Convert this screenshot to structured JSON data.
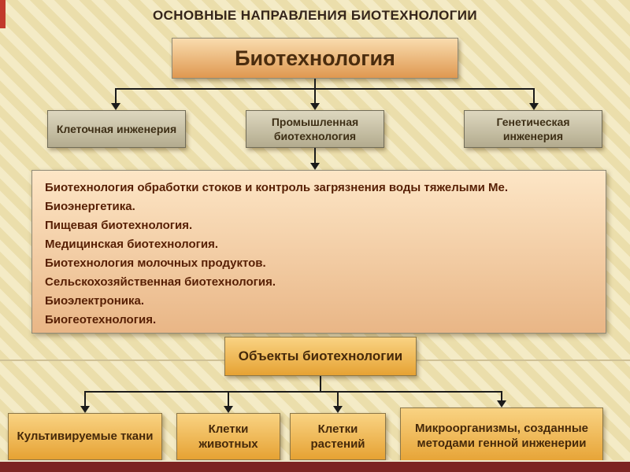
{
  "title": "ОСНОВНЫЕ НАПРАВЛЕНИЯ БИОТЕХНОЛОГИИ",
  "root": {
    "label": "Биотехнология"
  },
  "branches": [
    {
      "label": "Клеточная инженерия"
    },
    {
      "label": "Промышленная биотехнология"
    },
    {
      "label": "Генетическая инженерия"
    }
  ],
  "industrial": {
    "items": [
      "Биотехнология обработки стоков и контроль загрязнения воды тяжелыми Ме.",
      "Биоэнергетика.",
      "Пищевая биотехнология.",
      "Медицинская биотехнология.",
      "Биотехнология молочных продуктов.",
      "Сельскохозяйственная биотехнология.",
      "Биоэлектроника.",
      "Биогеотехнология."
    ]
  },
  "objects": {
    "label": "Объекты биотехнологии"
  },
  "object_types": [
    {
      "label": "Культивируемые ткани"
    },
    {
      "label": "Клетки животных"
    },
    {
      "label": "Клетки растений"
    },
    {
      "label": "Микроорганизмы, созданные методами генной инженерии"
    }
  ],
  "colors": {
    "corner_accent": "#c2392b",
    "bottom_bar": "#7c2322",
    "root_box_top": "#f9dcae",
    "root_box_bottom": "#df9850",
    "branch_box_top": "#ddd7bf",
    "branch_box_bottom": "#b3ab8e",
    "list_box_top": "#fde6c6",
    "list_box_bottom": "#e9b686",
    "gold_box_top": "#f9d383",
    "gold_box_bottom": "#e6a233",
    "list_text": "#571f04",
    "title_text": "#35251a",
    "connector": "#1b1b1b"
  }
}
